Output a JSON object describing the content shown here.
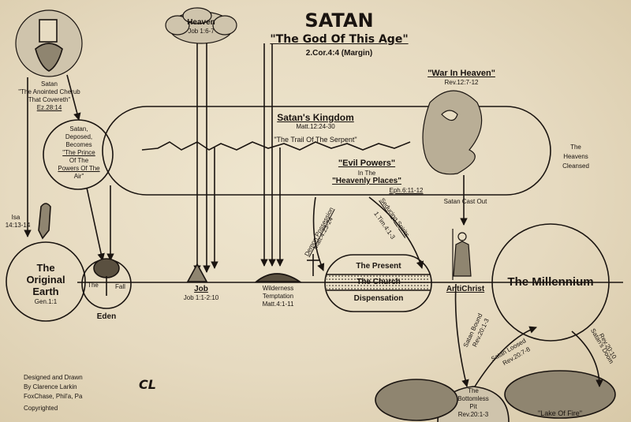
{
  "header": {
    "title": "SATAN",
    "subtitle": "\"The God Of This Age\"",
    "reference": "2.Cor.4:4 (Margin)"
  },
  "heaven": {
    "label": "Heaven",
    "ref": "Job 1:6-7"
  },
  "satan_cherub": {
    "line1": "Satan",
    "line2": "\"The Anointed Cherub",
    "line3": "That Covereth\"",
    "ref": "Ez.28:14"
  },
  "satan_deposed": {
    "line1": "Satan,",
    "line2": "Deposed,",
    "line3": "Becomes",
    "line4": "\"The Prince",
    "line5": "Of The",
    "line6": "Powers Of The",
    "line7": "Air\""
  },
  "kingdom": {
    "label": "Satan's Kingdom",
    "ref": "Matt.12:24-30",
    "trail": "\"The Trail Of The Serpent\""
  },
  "evil_powers": {
    "line1": "\"Evil Powers\"",
    "line2": "In The",
    "line3": "\"Heavenly Places\"",
    "ref": "Eph.6:11-12"
  },
  "war": {
    "label": "\"War In Heaven\"",
    "ref": "Rev.12:7-12"
  },
  "heavens_cleansed": {
    "line1": "The",
    "line2": "Heavens",
    "line3": "Cleansed"
  },
  "cast_out": "Satan Cast Out",
  "isa": {
    "line1": "Isa",
    "line2": "14:13-14"
  },
  "earth": {
    "line1": "The",
    "line2": "Original",
    "line3": "Earth",
    "ref": "Gen.1:1"
  },
  "eden": {
    "the": "The",
    "fall": "Fall",
    "label": "Eden"
  },
  "job": {
    "label": "Job",
    "ref": "Job 1:1-2:10"
  },
  "wilderness": {
    "line1": "Wilderness",
    "line2": "Temptation",
    "ref": "Matt.4:1-11"
  },
  "demon": {
    "label": "Demon Possession",
    "ref": "Matt.4:23-24"
  },
  "seducing": {
    "label": "Seducing Spirits",
    "ref": "1.Tim.4:1-3"
  },
  "church": {
    "line1": "The Present",
    "line2": "The Church",
    "line3": "Dispensation"
  },
  "antichrist": "AntiChrist",
  "millennium": "The Millennium",
  "satan_bound": {
    "label": "Satan Bound",
    "ref": "Rev.20:1-3"
  },
  "satan_loosed": {
    "label": "Satan Loosed",
    "ref": "Rev.20:7-8"
  },
  "satans_doom": {
    "label": "Satan's Doom",
    "ref": "Rev.20:10"
  },
  "pit": {
    "line1": "The",
    "line2": "Bottomless",
    "line3": "Pit",
    "ref": "Rev.20:1-3"
  },
  "lake": "\"Lake Of Fire\"",
  "credits": {
    "line1": "Designed and Drawn",
    "line2": "By Clarence Larkin",
    "line3": "FoxChase, Phil'a, Pa",
    "line4": "Copyrighted"
  },
  "monogram": "CL",
  "colors": {
    "paper": "#e7dcc2",
    "ink": "#1a1410"
  }
}
